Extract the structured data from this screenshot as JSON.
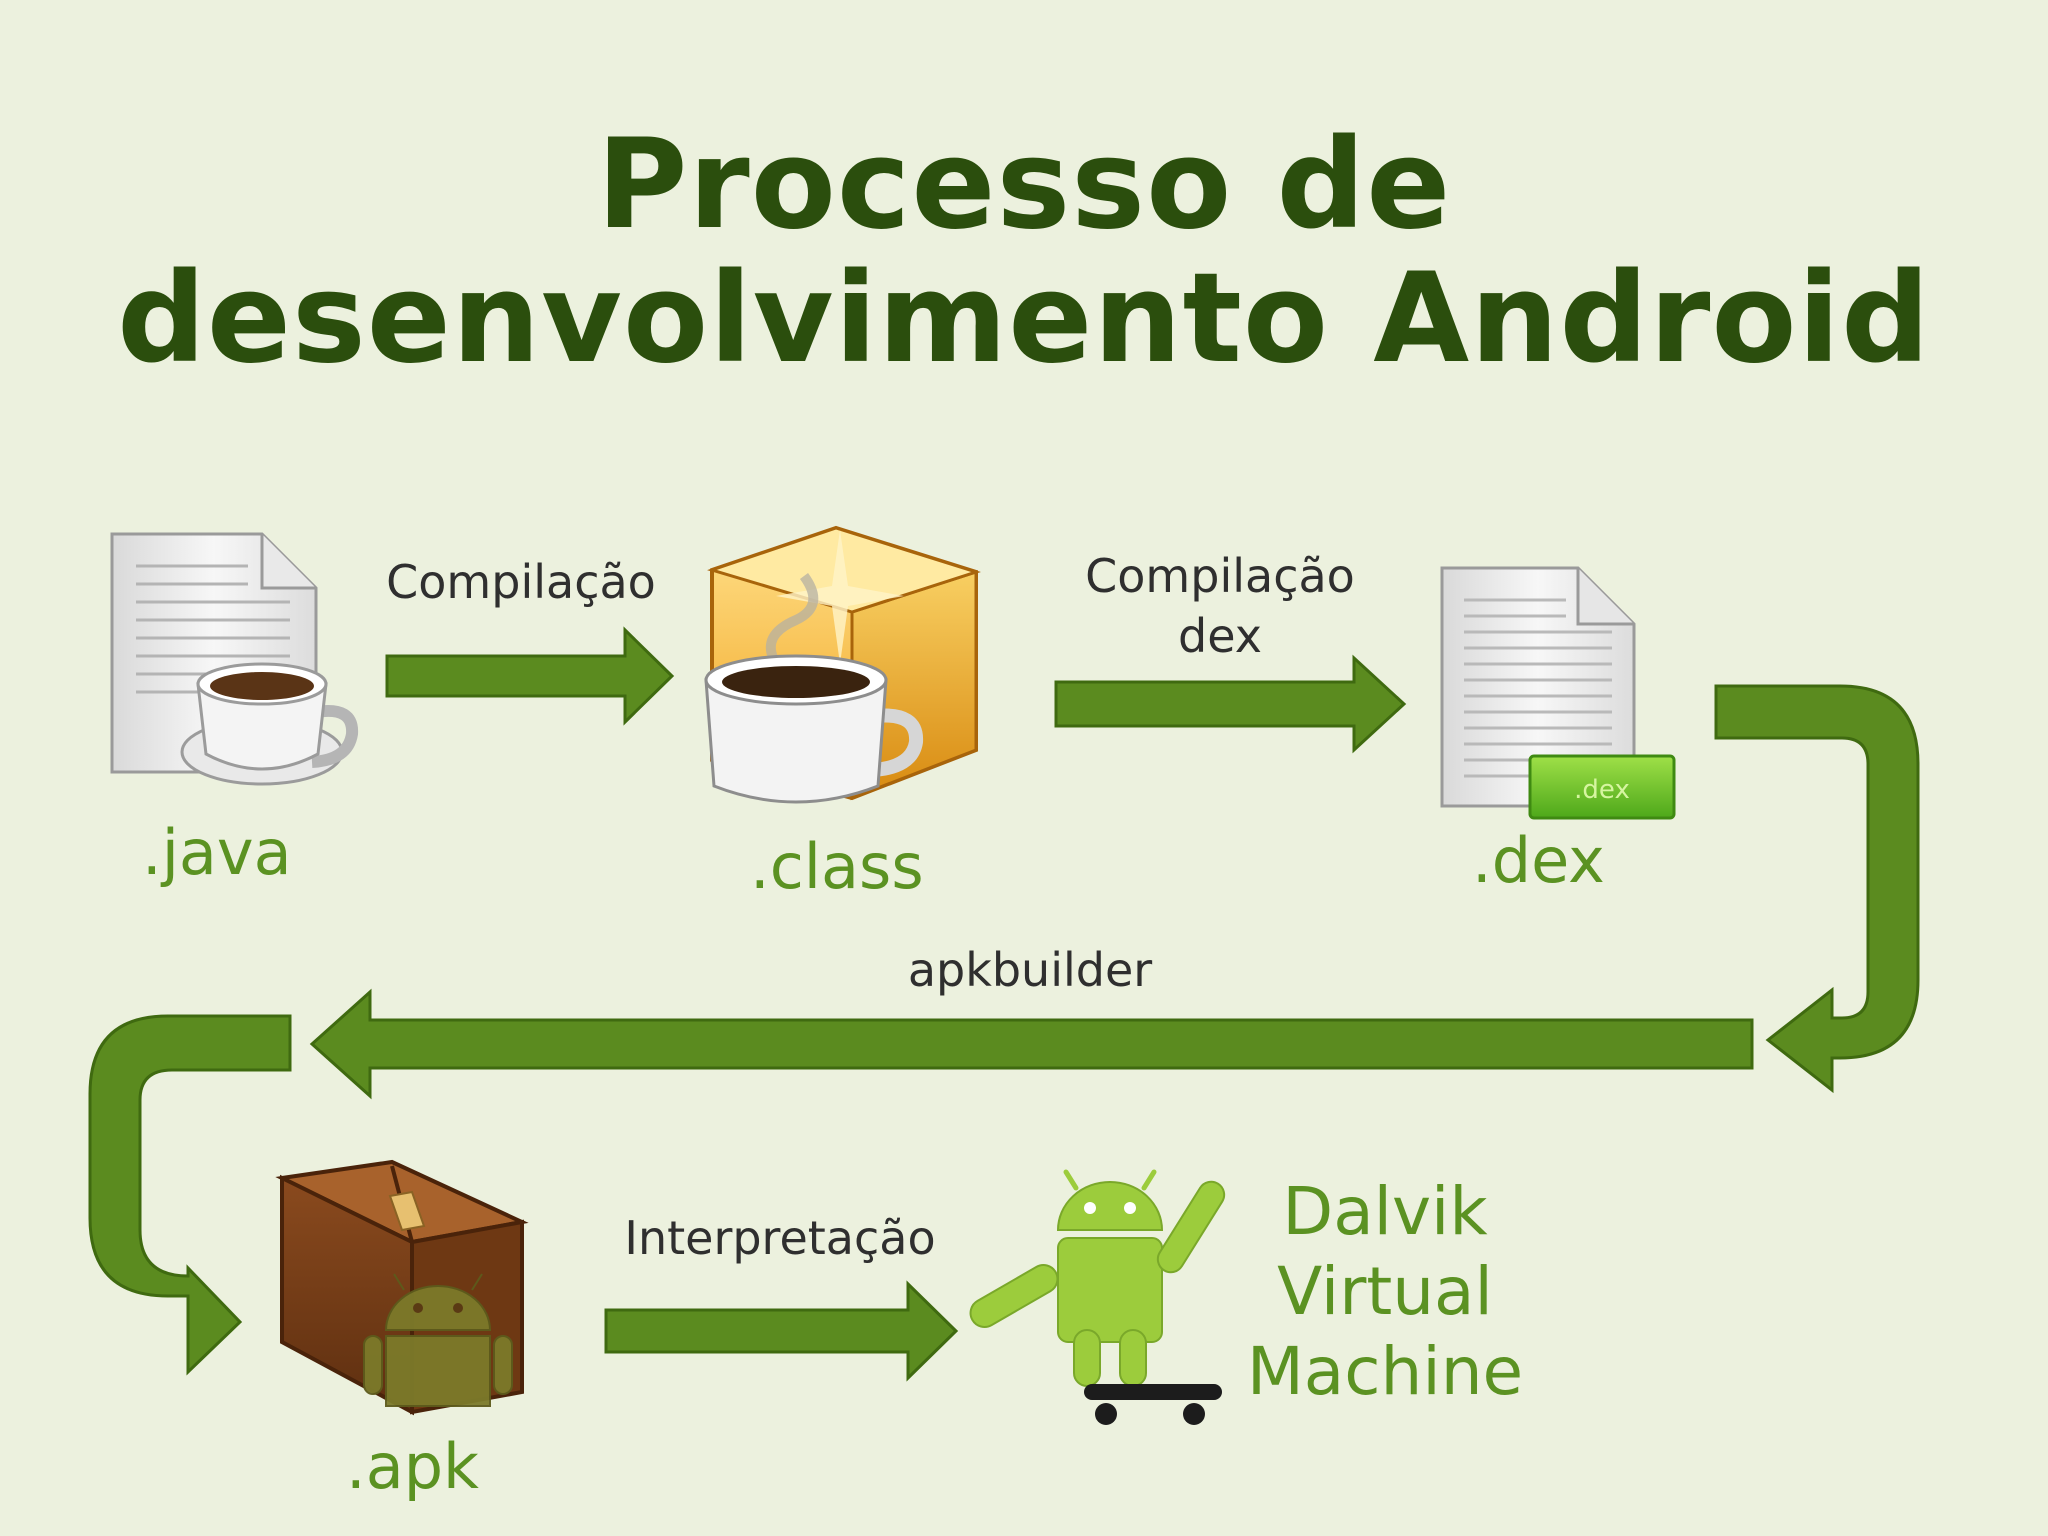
{
  "title": {
    "line1": "Processo de",
    "line2": "desenvolvimento Android"
  },
  "steps": {
    "compile_java": "Compilação",
    "compile_dex_1": "Compilação",
    "compile_dex_2": "dex",
    "apkbuilder": "apkbuilder",
    "interpret": "Interpretação"
  },
  "nodes": {
    "java": ".java",
    "class": ".class",
    "dex": ".dex",
    "dex_badge": ".dex",
    "apk": ".apk",
    "dvm_1": "Dalvik",
    "dvm_2": "Virtual",
    "dvm_3": "Machine"
  },
  "colors": {
    "title": "#2b4e0d",
    "arrow_fill": "#5b8b1f",
    "arrow_stroke": "#3f6a10",
    "accent": "#5b9222",
    "background": "#ecf1de"
  }
}
